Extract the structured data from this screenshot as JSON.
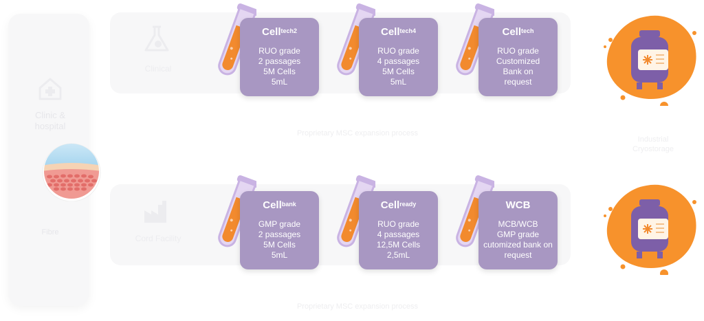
{
  "left_column": {
    "top_label": "Clinic & hospital",
    "middle_label": "",
    "bottom_label": "Fibre"
  },
  "rows": [
    {
      "source_label": "Clinical",
      "footer": "Proprietary MSC expansion process",
      "cards": [
        {
          "name": "Cell",
          "sup": "tech2",
          "lines": [
            "RUO grade",
            "2 passages",
            "5M Cells",
            "5mL"
          ]
        },
        {
          "name": "Cell",
          "sup": "tech4",
          "lines": [
            "RUO grade",
            "4 passages",
            "5M Cells",
            "5mL"
          ]
        },
        {
          "name": "Cell",
          "sup": "tech",
          "lines": [
            "RUO grade",
            "Customized",
            "Bank on",
            "request"
          ]
        }
      ]
    },
    {
      "source_label": "Cord Facility",
      "footer": "Proprietary MSC expansion process",
      "cards": [
        {
          "name": "Cell",
          "sup": "bank",
          "lines": [
            "GMP grade",
            "2 passages",
            "5M Cells",
            "5mL"
          ]
        },
        {
          "name": "Cell",
          "sup": "ready",
          "lines": [
            "RUO grade",
            "4 passages",
            "12,5M Cells",
            "2,5mL"
          ]
        },
        {
          "name": "WCB",
          "sup": "",
          "lines": [
            "MCB/WCB",
            "GMP grade",
            "cutomized bank on",
            "request"
          ]
        }
      ]
    }
  ],
  "right_label": "Industrial Cryostorage",
  "colors": {
    "card": "#a897c2",
    "tube_fill": "#f28a2e",
    "tube_glass": "#c9b3e3",
    "blob": "#f7922c",
    "container": "#7d5fa8"
  }
}
